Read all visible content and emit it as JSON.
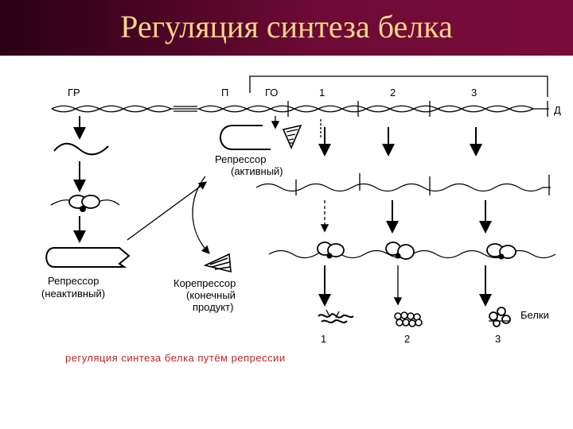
{
  "slide": {
    "title": "Регуляция синтеза белка",
    "colors": {
      "header_bg": "#6d0a35",
      "title": "#f7d58a",
      "caption": "#cc1b1b"
    }
  },
  "diagram": {
    "dna_labels": {
      "regulator_gene": "ГР",
      "promoter": "П",
      "operator": "ГО",
      "gene1": "1",
      "gene2": "2",
      "gene3": "3",
      "dna": "Д"
    },
    "repressor_active": {
      "line1": "Репрессор",
      "line2": "(активный)"
    },
    "repressor_inactive": {
      "line1": "Репрессор",
      "line2": "(неактивный)"
    },
    "corepressor": {
      "line1": "Корепрессор",
      "line2": "(конечный",
      "line3": "продукт)"
    },
    "proteins": {
      "label": "Белки",
      "n1": "1",
      "n2": "2",
      "n3": "3"
    },
    "caption": "регуляция синтеза белка путём репрессии"
  }
}
